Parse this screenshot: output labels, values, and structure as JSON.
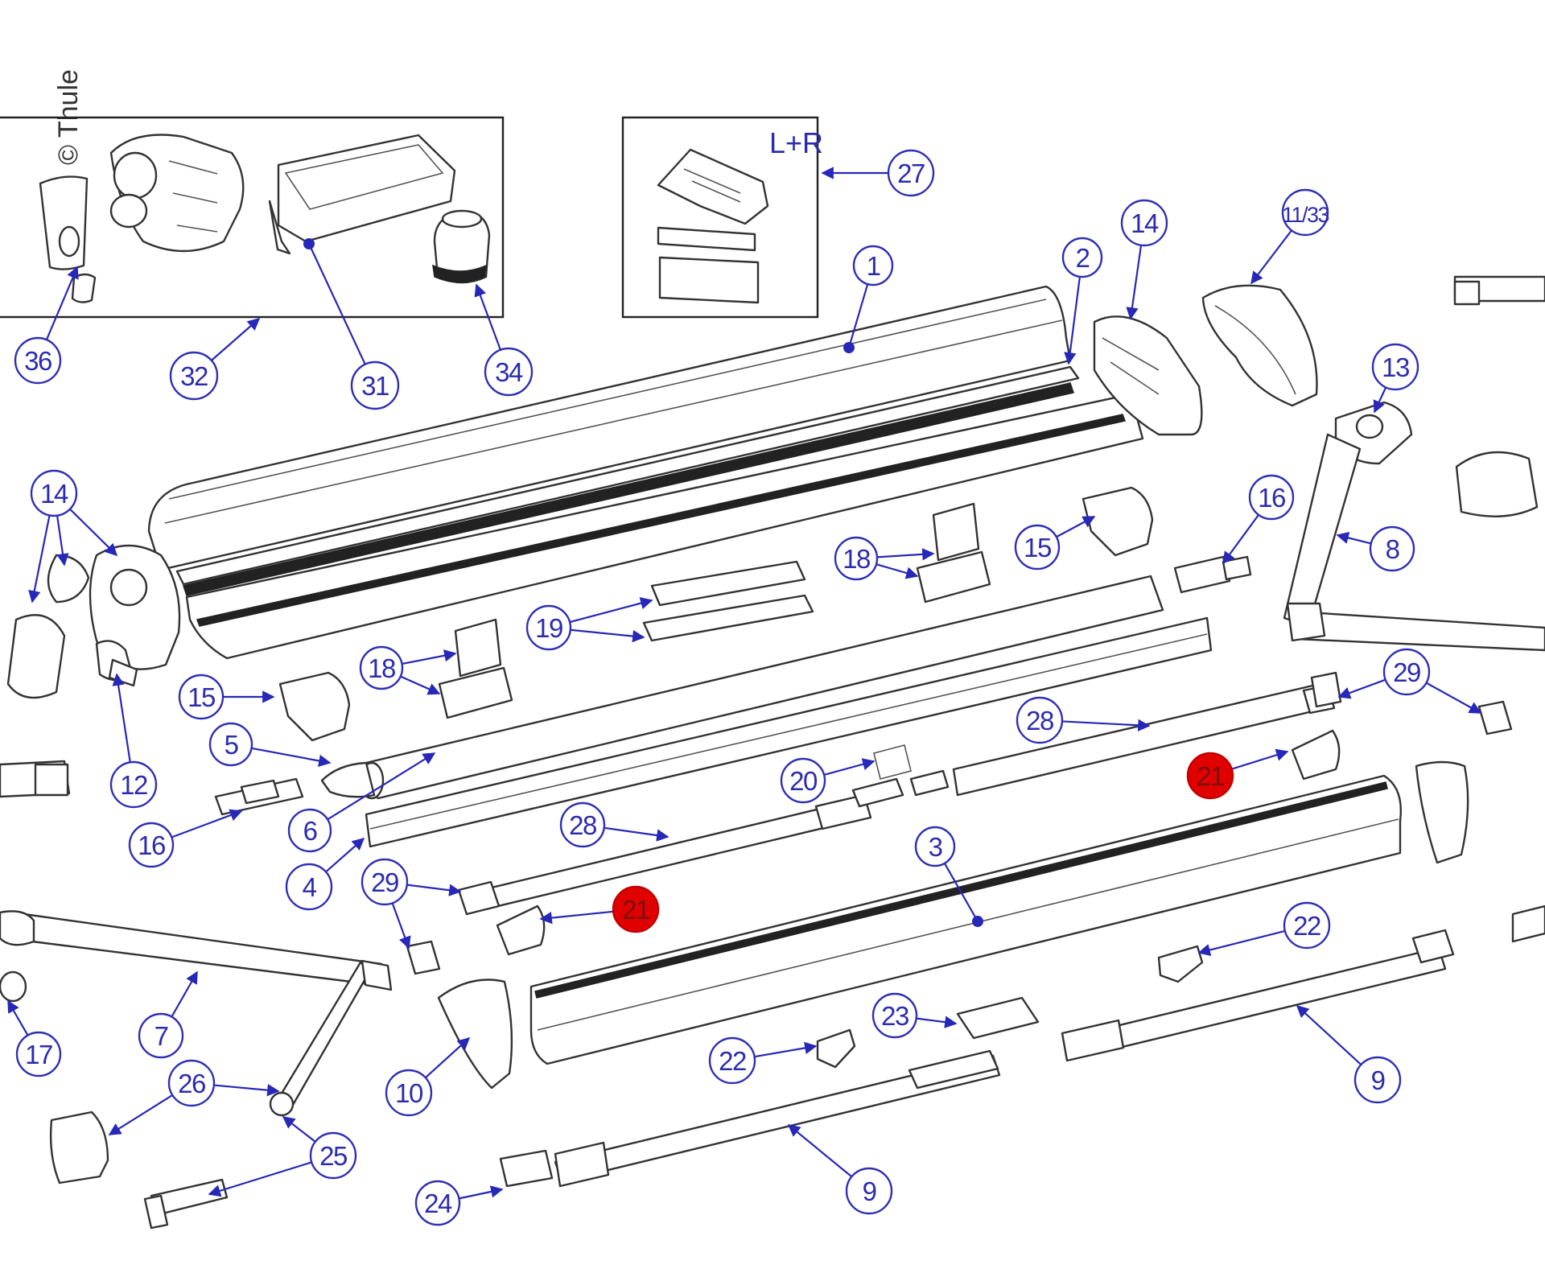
{
  "copyright": "© Thule",
  "insert_label": "L+R",
  "colors": {
    "callout": "#2c2cae",
    "highlight": "#e00000",
    "line": "#333333"
  },
  "callouts": [
    {
      "id": "c1",
      "label": "1",
      "highlighted": false
    },
    {
      "id": "c2",
      "label": "2",
      "highlighted": false
    },
    {
      "id": "c3",
      "label": "3",
      "highlighted": false
    },
    {
      "id": "c4",
      "label": "4",
      "highlighted": false
    },
    {
      "id": "c5",
      "label": "5",
      "highlighted": false
    },
    {
      "id": "c6",
      "label": "6",
      "highlighted": false
    },
    {
      "id": "c7",
      "label": "7",
      "highlighted": false
    },
    {
      "id": "c8",
      "label": "8",
      "highlighted": false
    },
    {
      "id": "c9a",
      "label": "9",
      "highlighted": false
    },
    {
      "id": "c9b",
      "label": "9",
      "highlighted": false
    },
    {
      "id": "c10",
      "label": "10",
      "highlighted": false
    },
    {
      "id": "c11_33",
      "label": "11/33",
      "highlighted": false
    },
    {
      "id": "c12",
      "label": "12",
      "highlighted": false
    },
    {
      "id": "c13",
      "label": "13",
      "highlighted": false
    },
    {
      "id": "c14a",
      "label": "14",
      "highlighted": false
    },
    {
      "id": "c14b",
      "label": "14",
      "highlighted": false
    },
    {
      "id": "c15a",
      "label": "15",
      "highlighted": false
    },
    {
      "id": "c15b",
      "label": "15",
      "highlighted": false
    },
    {
      "id": "c16a",
      "label": "16",
      "highlighted": false
    },
    {
      "id": "c16b",
      "label": "16",
      "highlighted": false
    },
    {
      "id": "c17",
      "label": "17",
      "highlighted": false
    },
    {
      "id": "c18a",
      "label": "18",
      "highlighted": false
    },
    {
      "id": "c18b",
      "label": "18",
      "highlighted": false
    },
    {
      "id": "c19",
      "label": "19",
      "highlighted": false
    },
    {
      "id": "c20",
      "label": "20",
      "highlighted": false
    },
    {
      "id": "c21a",
      "label": "21",
      "highlighted": true
    },
    {
      "id": "c21b",
      "label": "21",
      "highlighted": true
    },
    {
      "id": "c22a",
      "label": "22",
      "highlighted": false
    },
    {
      "id": "c22b",
      "label": "22",
      "highlighted": false
    },
    {
      "id": "c23",
      "label": "23",
      "highlighted": false
    },
    {
      "id": "c24",
      "label": "24",
      "highlighted": false
    },
    {
      "id": "c25",
      "label": "25",
      "highlighted": false
    },
    {
      "id": "c26",
      "label": "26",
      "highlighted": false
    },
    {
      "id": "c27",
      "label": "27",
      "highlighted": false
    },
    {
      "id": "c28a",
      "label": "28",
      "highlighted": false
    },
    {
      "id": "c28b",
      "label": "28",
      "highlighted": false
    },
    {
      "id": "c29a",
      "label": "29",
      "highlighted": false
    },
    {
      "id": "c29b",
      "label": "29",
      "highlighted": false
    },
    {
      "id": "c31",
      "label": "31",
      "highlighted": false
    },
    {
      "id": "c32",
      "label": "32",
      "highlighted": false
    },
    {
      "id": "c34",
      "label": "34",
      "highlighted": false
    },
    {
      "id": "c36",
      "label": "36",
      "highlighted": false
    }
  ]
}
